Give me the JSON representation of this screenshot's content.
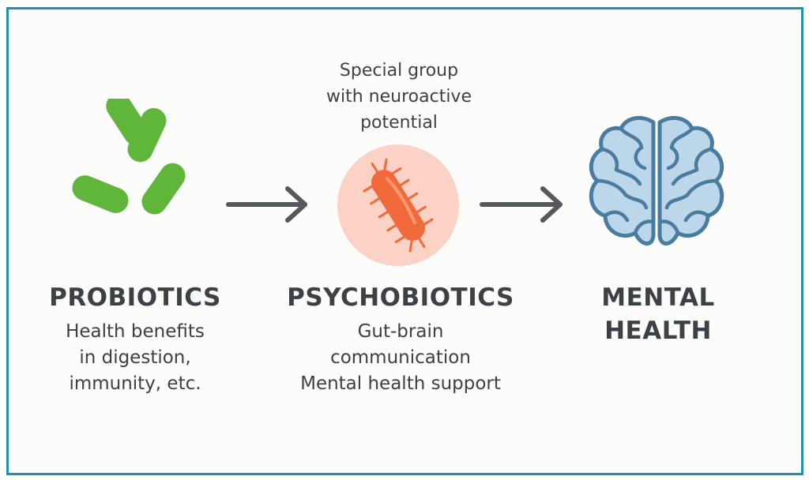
{
  "colors": {
    "border": "#2390b0",
    "text": "#3b4145",
    "probiotic_green": "#5fb63b",
    "psychobiotic_orange": "#f26a3c",
    "psychobiotic_circle": "#fbd2c5",
    "brain_fill": "#bcd6ea",
    "brain_stroke": "#4a7ca0",
    "arrow": "#55595b"
  },
  "icons": {
    "probiotics": "rod-bacteria-icon",
    "psychobiotics": "bacterium-icon",
    "mental_health": "brain-icon",
    "arrows": "arrow-right-icon"
  },
  "probiotics": {
    "title": "PROBIOTICS",
    "description": "Health benefits\nin digestion,\nimmunity, etc."
  },
  "psychobiotics": {
    "note": "Special group\nwith neuroactive\npotential",
    "title": "PSYCHOBIOTICS",
    "description": "Gut-brain\ncommunication\nMental health support"
  },
  "mental_health": {
    "title": "MENTAL\nHEALTH"
  }
}
